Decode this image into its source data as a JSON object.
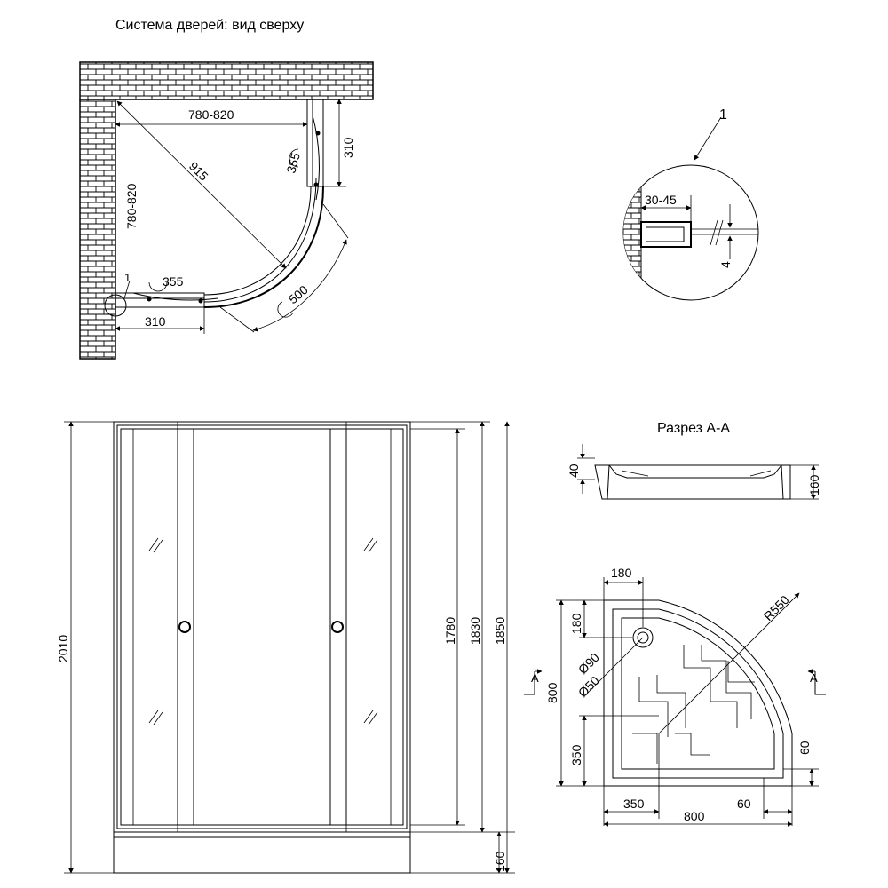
{
  "titles": {
    "top_view": "Система дверей: вид сверху",
    "section": "Разрез А-А"
  },
  "top_view": {
    "width_dim": "780-820",
    "depth_dim": "780-820",
    "diagonal_dim": "915",
    "door_arc_right": "355",
    "fixed_right": "310",
    "door_arc_bottom": "355",
    "fixed_bottom": "310",
    "curved_glass": "500",
    "callout": "1"
  },
  "detail": {
    "callout": "1",
    "gap_dim": "30-45",
    "thickness_dim": "4"
  },
  "front_view": {
    "total_height": "2010",
    "h1": "1780",
    "h2": "1830",
    "h3": "1850",
    "tray_height": "160"
  },
  "section": {
    "rim_depth": "40",
    "tray_height": "160"
  },
  "tray_plan": {
    "drain_offset_x": "180",
    "drain_offset_y": "180",
    "radius": "R550",
    "drain_outer": "Ø90",
    "drain_inner": "Ø50",
    "depth": "800",
    "side_seg": "350",
    "bottom_seg": "350",
    "width": "800",
    "corner_x": "60",
    "corner_y": "60",
    "section_mark_left": "А",
    "section_mark_right": "А"
  },
  "colors": {
    "line": "#000000",
    "background": "#ffffff"
  }
}
